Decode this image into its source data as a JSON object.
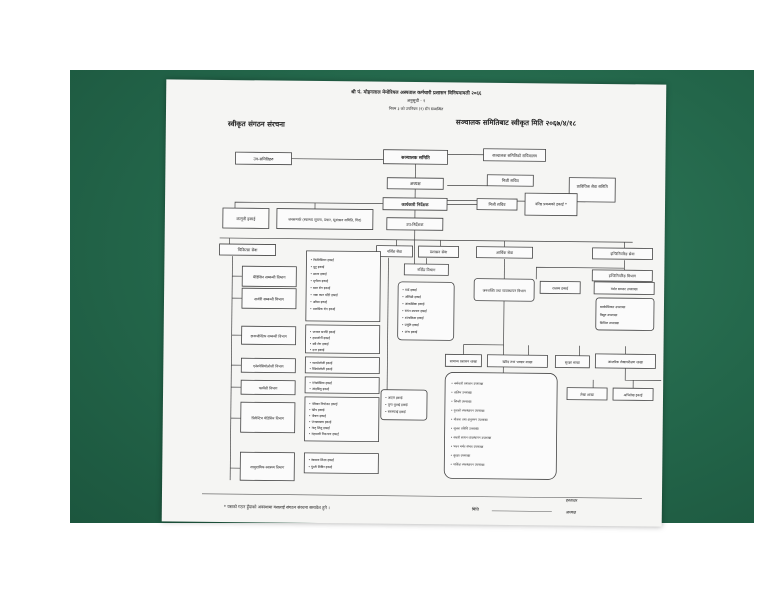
{
  "header": {
    "line1": "श्री पं. मोहनलाल मेमोरियल अस्पताल कर्मचारी प्रशासन विनियमावली २०६६",
    "line2": "अनुसूची - १",
    "line3": "नियम ३ को उपनियम (१) सँग सम्बन्धित",
    "left_title": "स्वीकृत संगठन संरचना",
    "right_title": "सञ्चालक समितिबाट स्वीकृत मिति २०६७/४/१८"
  },
  "top": {
    "board": "सञ्चालक समिति",
    "sub_committee": "उप-समितिहरु",
    "board_secretariat": "सञ्चालक समितिको सचिवालय",
    "chairman": "अध्यक्ष",
    "internal_audit": "निजी सचिव",
    "director": "कार्यकारी निर्देशक",
    "director_secretary": "निजी सचिव",
    "advisor": "वरिष्ठ प्रबन्धको इकाई *",
    "quality": "प्राविधिक सेवा समिति",
    "legal": "कानूनी इकाई",
    "public_relation": "जनसम्पर्क (स्वास्थ्य सूचना, प्रचार, सुशासन समिति, गिद)",
    "registrar": "उप-निर्देशक"
  },
  "divisions": {
    "medical": "चिकित्सा सेवा",
    "nursing": "नर्सिङ सेवा",
    "admin": "प्रशासन सेवा",
    "finance": "आर्थिक सेवा",
    "engineering": "इन्जिनियरिङ सेवा",
    "engineering_sub": "इन्जिनियरिङ विभाग"
  },
  "medical_units": [
    {
      "name": "मेडिसिन सम्बन्धी विभाग",
      "items": [
        "• फिजिसियन इकाई",
        "• मुटु इकाई",
        "• छाला इकाई",
        "• मृगौला इकाई",
        "• बाल रोग इकाई",
        "• नाक कान घाँटी इकाई",
        "• आँखा इकाई",
        "• मानसिक रोग इकाई"
      ]
    },
    {
      "name": "सर्जरी सम्बन्धी विभाग",
      "items": [
        "• जनरल सर्जरी इकाई",
        "• हाडजोर्नी इकाई",
        "• स्त्री रोग इकाई",
        "• दन्त इकाई"
      ]
    },
    {
      "name": "डायग्नोस्टिक सम्बन्धी विभाग",
      "items": [
        "• प्याथोलोजी इकाई",
        "• रेडियोलोजी इकाई"
      ]
    },
    {
      "name": "एनेस्थेसियोलोजी विभाग",
      "items": [
        "• एनेस्थेसिया इकाई",
        "• आइसियु इकाई"
      ]
    },
    {
      "name": "फार्मेसी विभाग",
      "items": []
    },
    {
      "name": "प्रिवेन्टिभ मेडिसिन विभाग",
      "items": [
        "• परिवार नियोजन इकाई",
        "• खोप इकाई",
        "• पोषण इकाई",
        "• जनस्वास्थ्य इकाई",
        "• मातृ शिशु इकाई",
        "• महामारी नियन्त्रण इकाई"
      ]
    },
    {
      "name": "सामुदायिक स्वास्थ्य विभाग",
      "items": [
        "• स्वास्थ्य शिक्षा इकाई",
        "• घुम्ती शिविर इकाई"
      ]
    }
  ],
  "nursing": {
    "dept": "नर्सिङ विभाग",
    "items": [
      "• वार्ड इकाई",
      "• ओपिडी इकाई",
      "• आकस्मिक इकाई",
      "• सघन उपचार इकाई",
      "• शल्यक्रिया इकाई",
      "• प्रसूति इकाई",
      "• अन्य इकाई"
    ],
    "support": [
      "• आहार इकाई",
      "• लुगा धुलाई इकाई",
      "• सरसफाई इकाई"
    ]
  },
  "admin": {
    "hr": "जनशक्ति तथा व्यवस्थापन विभाग",
    "general": "सामान्य प्रशासन शाखा",
    "store": "खरिद तथा भण्डार शाखा",
    "security": "सुरक्षा शाखा",
    "account": "लेखा शाखा",
    "internal_audit": "आन्तरिक लेखापरीक्षण शाखा",
    "revenue": "राजस्व इकाई",
    "records": "अभिलेख इकाई",
    "admin_units": [
      "• कर्मचारी प्रशासन उपशाखा",
      "• तालिम उपशाखा",
      "• जिन्सी उपशाखा",
      "• गुनासो व्यवस्थापन उपशाखा",
      "• योजना तथा अनुगमन उपशाखा",
      "• सूचना प्रविधि उपशाखा",
      "• सवारी साधन व्यवस्थापन उपशाखा",
      "• भवन मर्मत संभार उपशाखा",
      "• सुरक्षा उपशाखा",
      "• पार्किङ व्यवस्थापन उपशाखा"
    ]
  },
  "engineering": {
    "maintenance": "मर्मत सम्भार उपशाखा",
    "biomedical": "बायोमेडिकल उपशाखा",
    "electrical": "विद्युत उपशाखा",
    "civil": "सिभिल उपशाखा"
  },
  "footer": {
    "note": "* यसको गठन हुँदाको अवस्थामा यसलाई संगठन संरचना समावेश हुने ।",
    "signature_label": "हस्ताक्षर",
    "designation": "अध्यक्ष",
    "date_label": "मिति"
  }
}
